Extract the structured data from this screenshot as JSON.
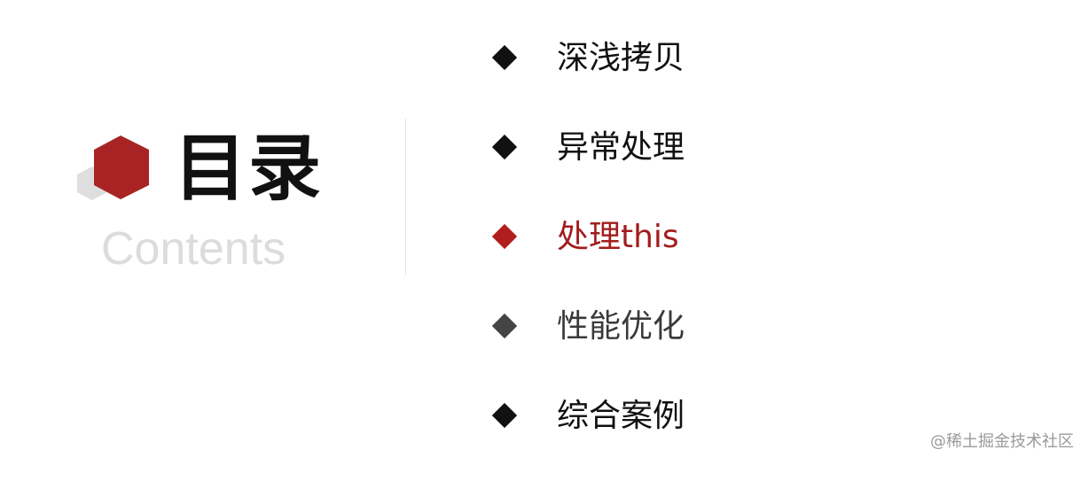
{
  "title": {
    "zh": "目录",
    "en": "Contents"
  },
  "menu": {
    "items": [
      {
        "label": "深浅拷贝",
        "state": "normal"
      },
      {
        "label": "异常处理",
        "state": "normal"
      },
      {
        "label": "处理this",
        "state": "active"
      },
      {
        "label": "性能优化",
        "state": "muted"
      },
      {
        "label": "综合案例",
        "state": "normal"
      }
    ]
  },
  "watermark": "@稀土掘金技术社区",
  "colors": {
    "accent": "#a21d1d",
    "text": "#111111",
    "muted_text": "#3a3a3a",
    "hex_red": "#a82424",
    "hex_gray": "#dedede",
    "subtitle": "#dcdcdc"
  },
  "icons": {
    "logo": "hexagon-cluster-icon",
    "bullet": "diamond-icon"
  }
}
